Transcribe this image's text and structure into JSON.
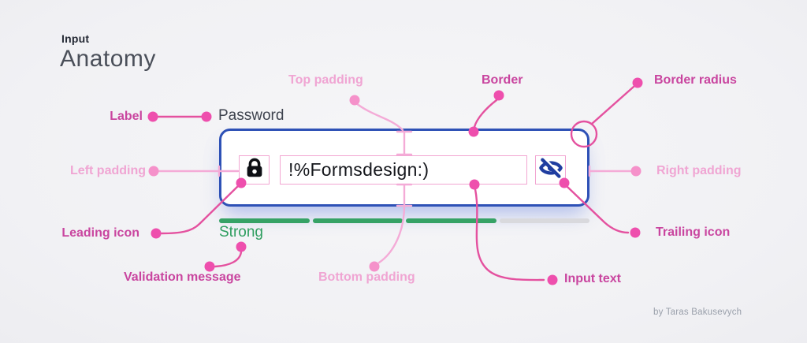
{
  "header": {
    "kicker": "Input",
    "title": "Anatomy"
  },
  "credit": "by Taras Bakusevych",
  "input": {
    "label": "Password",
    "value": "!%Formsdesign:)",
    "leading_icon": "lock-icon",
    "trailing_icon": "eye-off-icon"
  },
  "validation": {
    "message": "Strong",
    "strength_segments_filled": 3,
    "strength_segments_total": 4
  },
  "annotations": {
    "label": {
      "text": "Label",
      "tone": "dark"
    },
    "top_padding": {
      "text": "Top padding",
      "tone": "light"
    },
    "border": {
      "text": "Border",
      "tone": "dark"
    },
    "border_radius": {
      "text": "Border radius",
      "tone": "dark"
    },
    "left_padding": {
      "text": "Left padding",
      "tone": "light"
    },
    "right_padding": {
      "text": "Right padding",
      "tone": "light"
    },
    "leading_icon": {
      "text": "Leading icon",
      "tone": "dark"
    },
    "validation_message": {
      "text": "Validation message",
      "tone": "dark"
    },
    "bottom_padding": {
      "text": "Bottom padding",
      "tone": "light"
    },
    "input_text": {
      "text": "Input text",
      "tone": "dark"
    },
    "trailing_icon": {
      "text": "Trailing icon",
      "tone": "dark"
    }
  },
  "colors": {
    "accent_dark": "#c9459f",
    "accent_dark_line": "#e4519f",
    "accent_dark_dot": "#ee4fad",
    "accent_light": "#f0a5d3",
    "accent_light_line": "#f4abd7",
    "accent_light_dot": "#f591ca",
    "input_border": "#2e51b6",
    "pink_box_border": "#f2a6d2",
    "icon_blue": "#1f3da0",
    "green": "#2f9e60",
    "bar_green": "#36a266",
    "bar_empty": "#d9d9dd",
    "background": "#f3f3f6"
  }
}
